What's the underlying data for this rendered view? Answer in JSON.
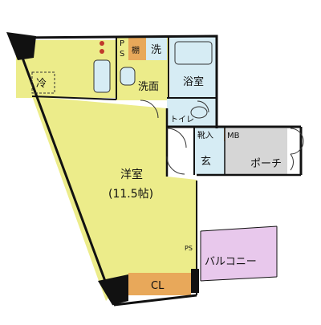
{
  "rooms": {
    "western_room": {
      "name": "洋室",
      "size": "(11.5帖)"
    },
    "refrigerator": "冷",
    "ps_top": "P",
    "ps_top_2": "S",
    "shelf": "棚",
    "washer": "洗",
    "washroom": "洗面",
    "bathroom": "浴室",
    "toilet": "トイレ",
    "shoe_storage": "靴入",
    "meter_box": "MB",
    "entrance": "玄",
    "porch": "ポーチ",
    "closet": "CL",
    "ps_balcony": "PS",
    "balcony": "バルコニー"
  },
  "colors": {
    "room_fill": "#ecec8a",
    "wet_area_fill": "#d6ecf4",
    "balcony_fill": "#e8c8ec",
    "porch_fill": "#d6d6d6",
    "closet_fill": "#e8a85a",
    "shelf_fill": "#e8a85a",
    "wall": "#111111"
  }
}
